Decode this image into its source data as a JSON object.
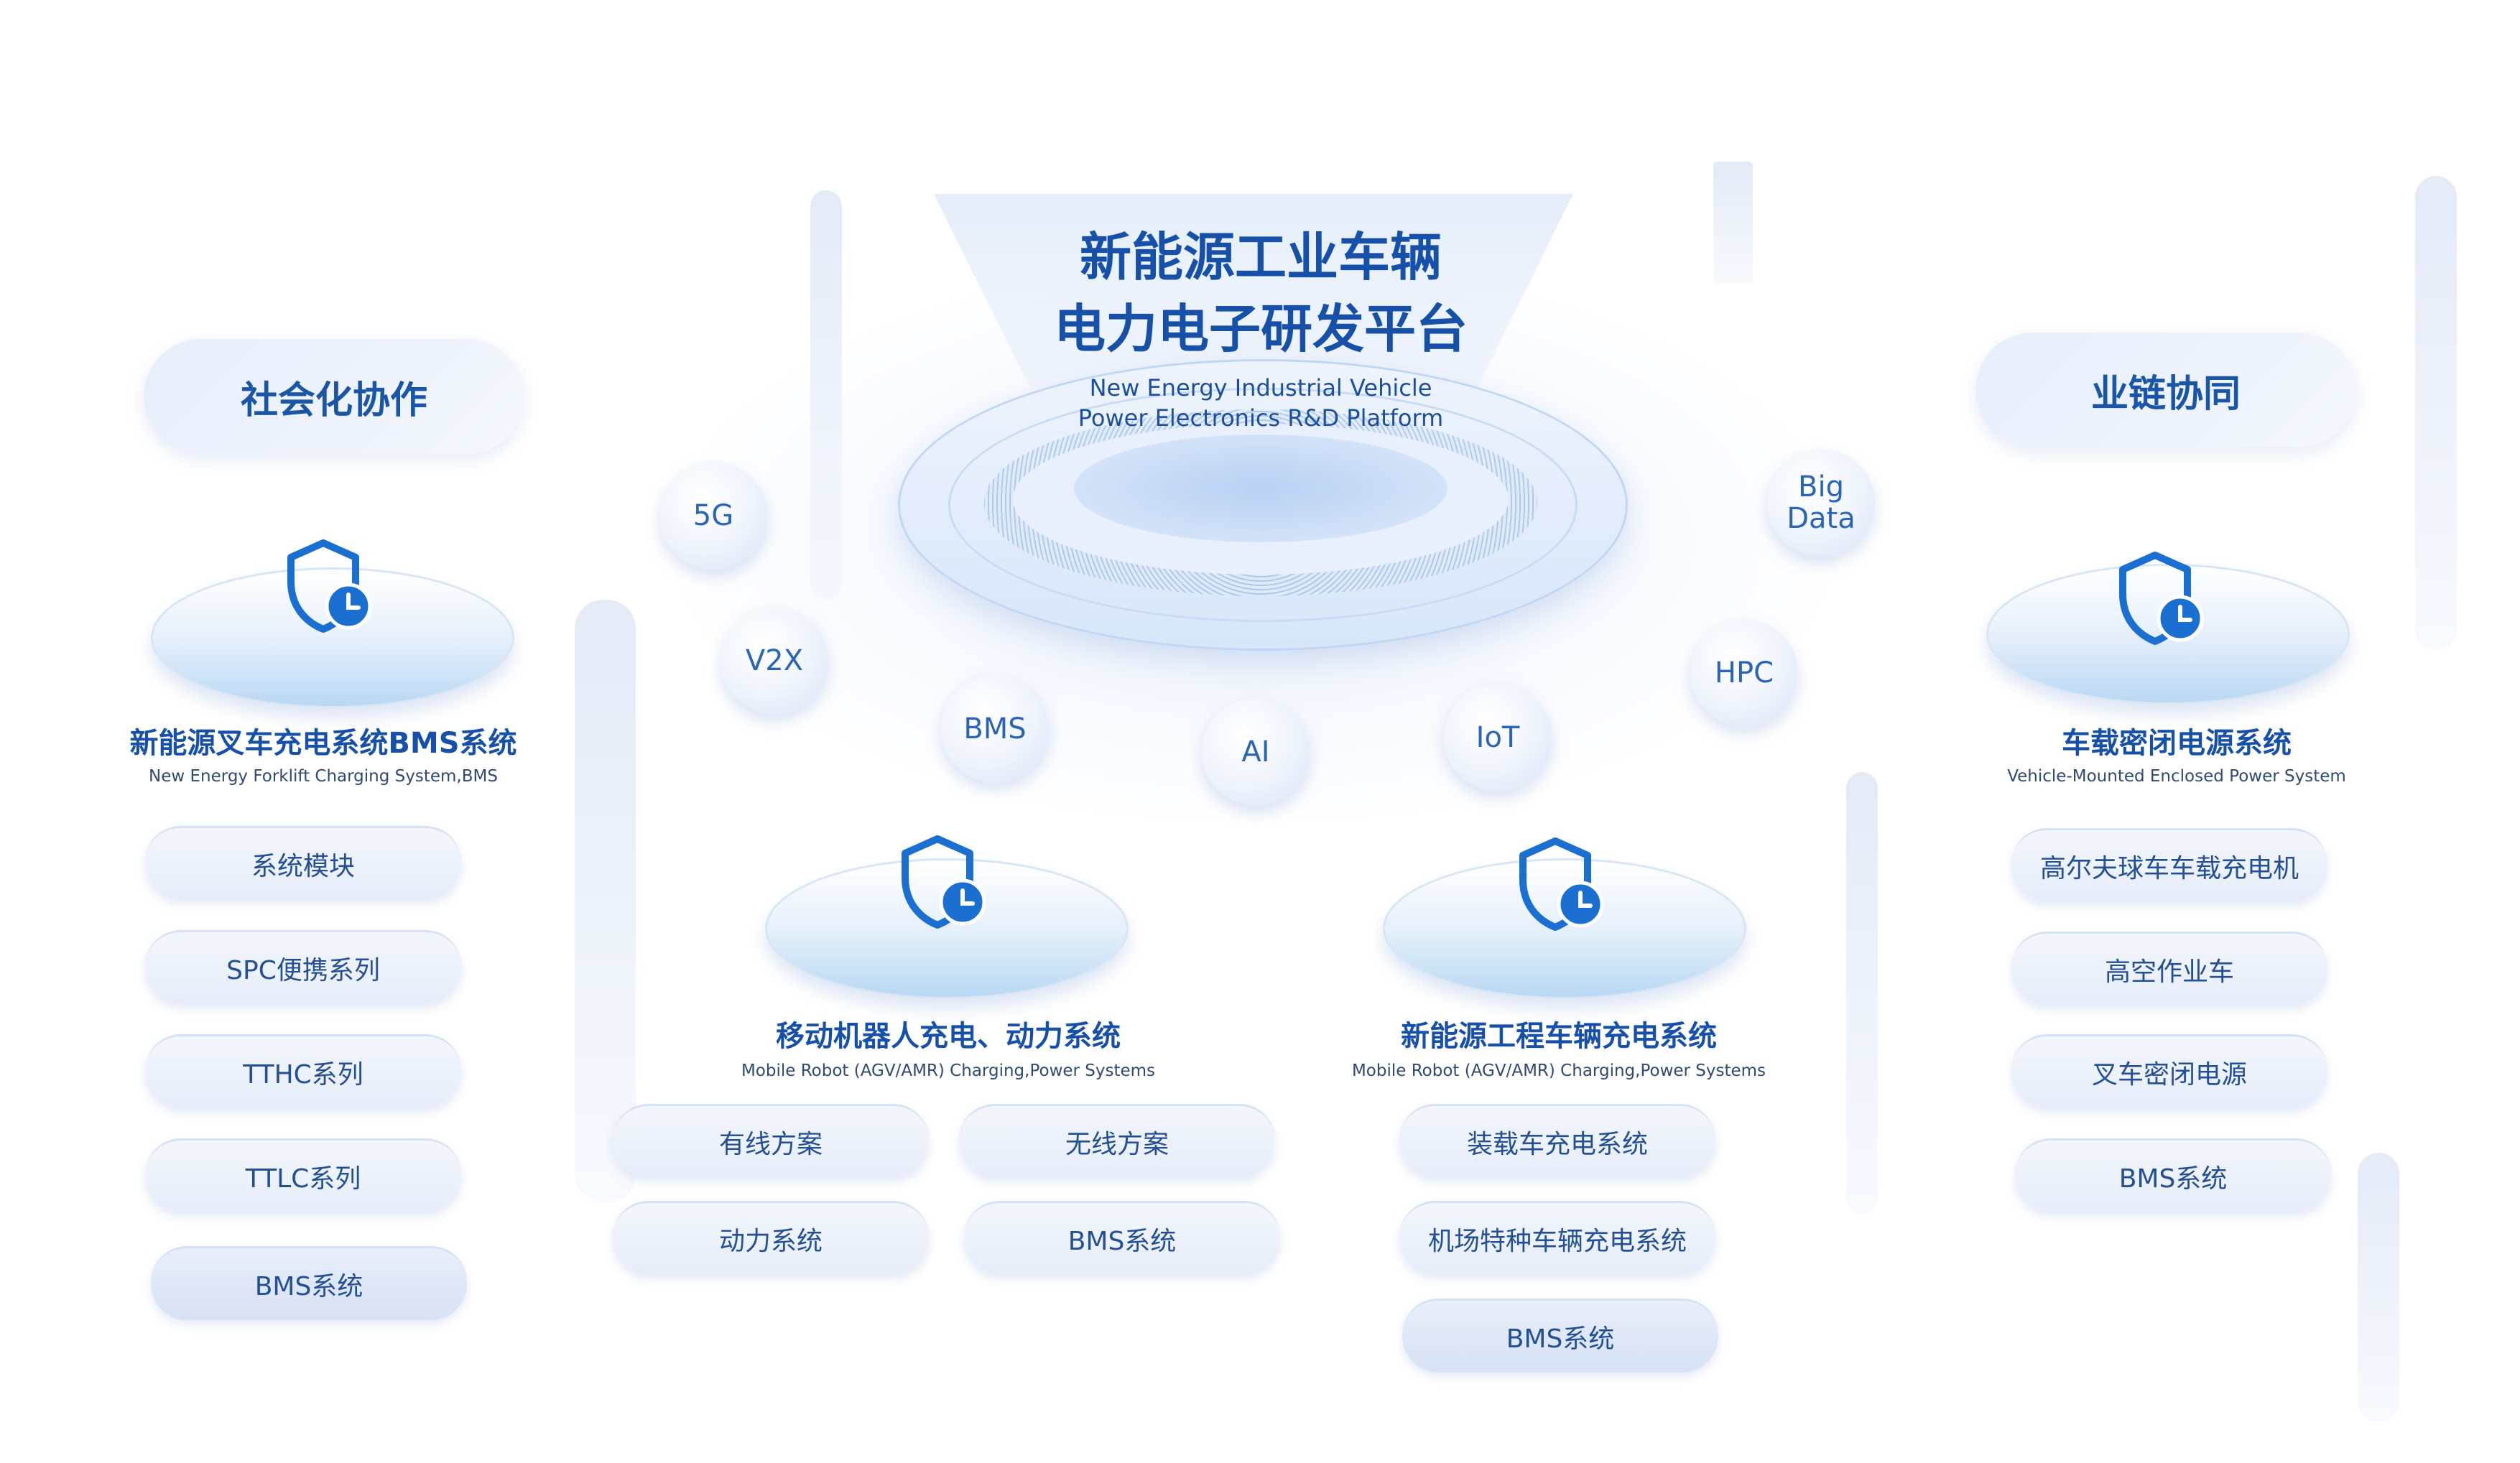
{
  "center": {
    "title_line1": "新能源工业车辆",
    "title_line2": "电力电子研发平台",
    "subtitle_line1": "New Energy Industrial Vehicle",
    "subtitle_line2": "Power Electronics R&D Platform"
  },
  "tech_bubbles": [
    "5G",
    "V2X",
    "BMS",
    "AI",
    "IoT",
    "HPC",
    "Big Data"
  ],
  "categories": {
    "left": "社会化协作",
    "right": "业链协同"
  },
  "systems": [
    {
      "title": "新能源叉车充电系统BMS系统",
      "subtitle": "New Energy Forklift Charging System,BMS",
      "items": [
        "系统模块",
        "SPC便携系列",
        "TTHC系列",
        "TTLC系列",
        "BMS系统"
      ]
    },
    {
      "title": "移动机器人充电、动力系统",
      "subtitle": "Mobile Robot (AGV/AMR) Charging,Power Systems",
      "items": [
        "有线方案",
        "无线方案",
        "动力系统",
        "BMS系统"
      ]
    },
    {
      "title": "新能源工程车辆充电系统",
      "subtitle": "Mobile Robot (AGV/AMR) Charging,Power Systems",
      "items": [
        "装载车充电系统",
        "机场特种车辆充电系统",
        "BMS系统"
      ]
    },
    {
      "title": "车载密闭电源系统",
      "subtitle": "Vehicle-Mounted Enclosed Power System",
      "items": [
        "高尔夫球车车载充电机",
        "高空作业车",
        "叉车密闭电源",
        "BMS系统"
      ]
    }
  ],
  "colors": {
    "primary": "#1650a8",
    "accent_blue": "#1a6fd0",
    "pill_bg": "#e6edf9"
  },
  "icons": [
    "shield-clock-icon"
  ]
}
